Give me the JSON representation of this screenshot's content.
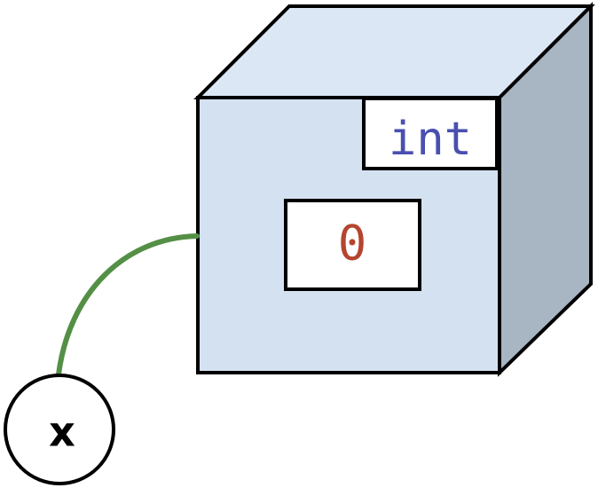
{
  "box": {
    "type_label": "int",
    "value": "0"
  },
  "variable": {
    "name": "x"
  },
  "colors": {
    "front_face": "#d4e1f1",
    "top_face": "#dce7f5",
    "side_face": "#a8b5c2",
    "outline": "#000000",
    "type_text": "#4a4fb0",
    "value_text": "#b5452f",
    "connector": "#548f46",
    "variable_fill": "#ffffff"
  }
}
